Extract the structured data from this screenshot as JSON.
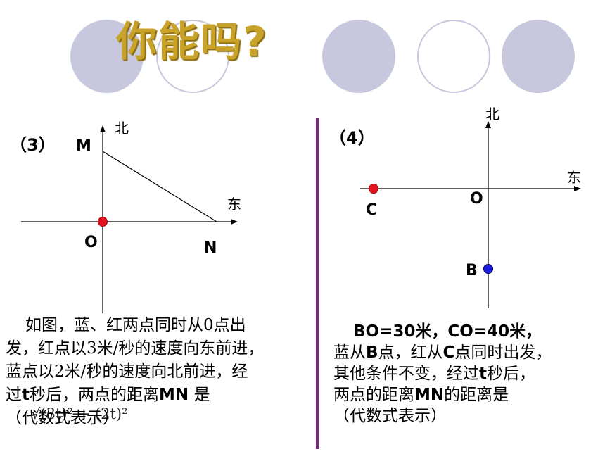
{
  "title": "你能吗?",
  "left": {
    "problem_label": "（3）",
    "north": "北",
    "east": "东",
    "point_m": "M",
    "point_o": "O",
    "point_n": "N",
    "para_line1": "如图，蓝、红两点同时从0点出",
    "para_line2": "发，红点以3米/秒的速度向东前进，",
    "para_line3": "蓝点以2米/秒的速度向北前进，经",
    "para_line4_pre": "过",
    "para_line4_t": "t",
    "para_line4_mid": "秒后，两点的距离",
    "para_line4_mn": "MN",
    "para_line4_post": " 是",
    "para_line5": "（代数式表示）",
    "formula": "√(3t)² + (2t)²"
  },
  "right": {
    "problem_label": "（4）",
    "north": "北",
    "east": "东",
    "point_c": "C",
    "point_o": "O",
    "point_b": "B",
    "para_line1": "BO=30米，CO=40米，",
    "para_line2_pre": "蓝从",
    "para_line2_b": "B",
    "para_line2_mid": "点，红从",
    "para_line2_c": "C",
    "para_line2_post": "点同时出发，",
    "para_line3_pre": "其他条件不变，经过",
    "para_line3_t": "t",
    "para_line3_post": "秒后，",
    "para_line4_pre": "两点的距离",
    "para_line4_mn": "MN",
    "para_line4_post": "的距离是",
    "para_line5": "（代数式表示）"
  },
  "colors": {
    "title": "#c9a22a",
    "circle": "#c7c8dd",
    "divider": "#7b2a7e",
    "red_point": "#e0141e",
    "blue_point": "#1a1adc"
  }
}
